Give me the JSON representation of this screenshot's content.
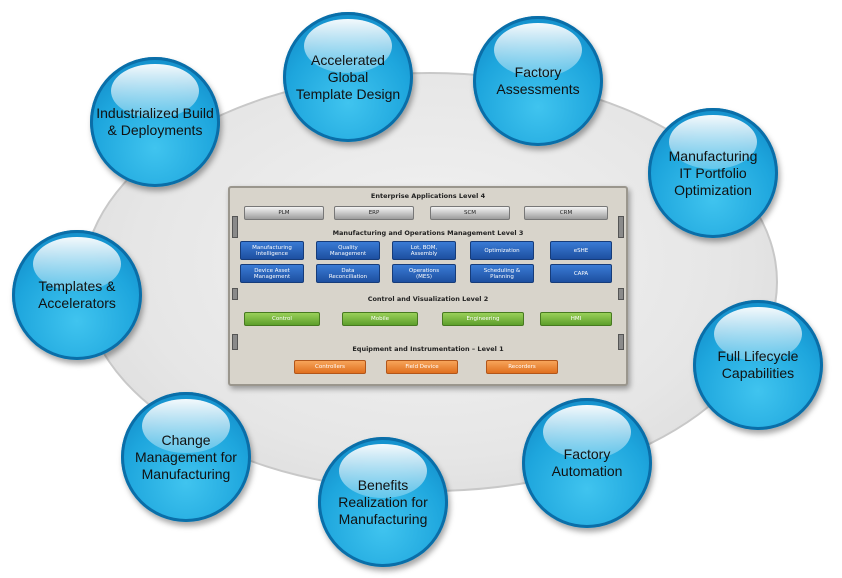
{
  "bubbles": [
    {
      "label": "Industrialized Build\n& Deployments"
    },
    {
      "label": "Accelerated Global\nTemplate Design"
    },
    {
      "label": "Factory\nAssessments"
    },
    {
      "label": "Manufacturing\nIT Portfolio\nOptimization"
    },
    {
      "label": "Templates &\nAccelerators"
    },
    {
      "label": "Full Lifecycle\nCapabilities"
    },
    {
      "label": "Change\nManagement for\nManufacturing"
    },
    {
      "label": "Benefits\nRealization for\nManufacturing"
    },
    {
      "label": "Factory\nAutomation"
    }
  ],
  "stack": {
    "level4": {
      "title": "Enterprise Applications Level 4",
      "items": [
        "PLM",
        "ERP",
        "SCM",
        "CRM"
      ]
    },
    "level3": {
      "title": "Manufacturing and Operations Management Level 3",
      "row1": [
        "Manufacturing\nIntelligence",
        "Quality\nManagement",
        "Lot, BOM,\nAssembly",
        "Optimization",
        "eSHE"
      ],
      "row2": [
        "Device Asset\nManagement",
        "Data\nReconciliation",
        "Operations\n(MES)",
        "Scheduling &\nPlanning",
        "CAPA"
      ]
    },
    "level2": {
      "title": "Control and Visualization Level 2",
      "items": [
        "Control",
        "Mobile",
        "Engineering",
        "HMI"
      ]
    },
    "level1": {
      "title": "Equipment and Instrumentation – Level 1",
      "items": [
        "Controllers",
        "Field Device",
        "Recorders"
      ]
    }
  },
  "colors": {
    "bubble": "#1ea6dd",
    "stack_bg": "#d8d4cb",
    "level3_chip": "#2a63b8",
    "level2_chip": "#6fb03a",
    "level1_chip": "#ea8433"
  }
}
